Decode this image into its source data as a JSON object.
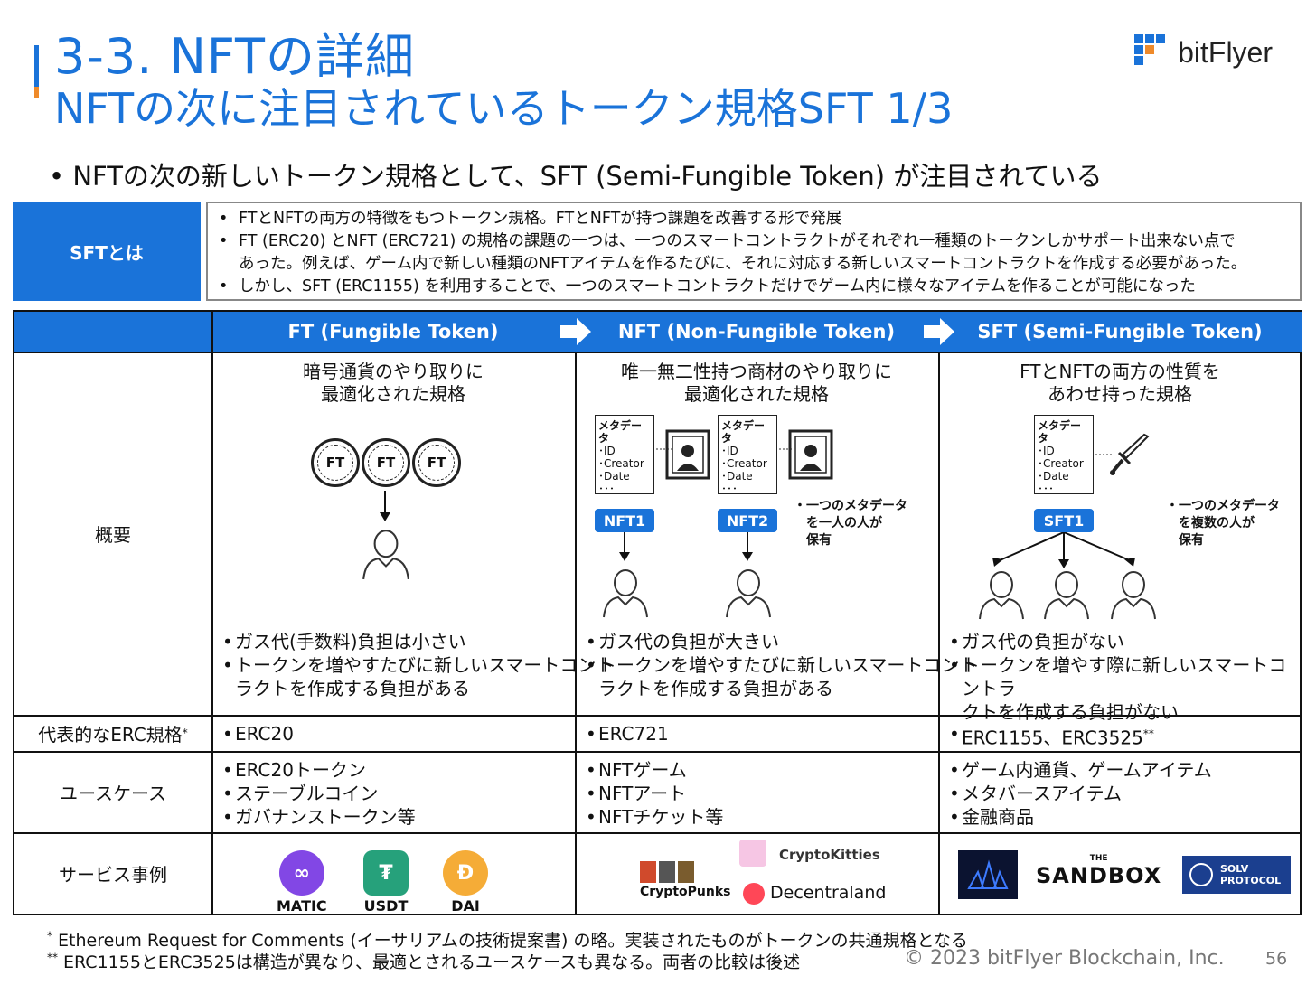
{
  "header": {
    "title_line1": "3-3. NFTの詳細",
    "title_line2": "NFTの次に注目されているトークン規格SFT 1/3",
    "logo_text": "bitFlyer",
    "accent_color": "#1a73d9"
  },
  "lead": "NFTの次の新しいトークン規格として、SFT (Semi-Fungible Token) が注目されている",
  "sft_box": {
    "label": "SFTとは",
    "points": [
      "FTとNFTの両方の特徴をもつトークン規格。FTとNFTが持つ課題を改善する形で発展",
      "FT (ERC20) とNFT (ERC721) の規格の課題の一つは、一つのスマートコントラクトがそれぞれ一種類のトークンしかサポート出来ない点で",
      "あった。例えば、ゲーム内で新しい種類のNFTアイテムを作るたびに、それに対応する新しいスマートコントラクトを作成する必要があった。",
      "しかし、SFT (ERC1155) を利用することで、一つのスマートコントラクトだけでゲーム内に様々なアイテムを作ることが可能になった"
    ]
  },
  "table": {
    "columns": [
      "FT (Fungible Token)",
      "NFT (Non-Fungible Token)",
      "SFT (Semi-Fungible Token)"
    ],
    "row_labels": {
      "overview": "概要",
      "erc": "代表的なERC規格",
      "erc_mark": "*",
      "usecase": "ユースケース",
      "services": "サービス事例"
    },
    "overview": {
      "ft_title": [
        "暗号通貨のやり取りに",
        "最適化された規格"
      ],
      "nft_title": [
        "唯一無二性持つ商材のやり取りに",
        "最適化された規格"
      ],
      "sft_title": [
        "FTとNFTの両方の性質を",
        "あわせ持った規格"
      ],
      "coin_label": "FT",
      "meta": {
        "title": "メタデータ",
        "lines": [
          "･ID",
          "･Creator",
          "･Date",
          "･･･"
        ]
      },
      "nft1": "NFT1",
      "nft2": "NFT2",
      "sft1": "SFT1",
      "nft_note": [
        "・一つのメタデータ",
        "を一人の人が",
        "保有"
      ],
      "sft_note": [
        "・一つのメタデータ",
        "を複数の人が",
        "保有"
      ],
      "ft_points": [
        "ガス代(手数料)負担は小さい",
        "トークンを増やすたびに新しいスマートコント",
        "ラクトを作成する負担がある"
      ],
      "nft_points": [
        "ガス代の負担が大きい",
        "トークンを増やすたびに新しいスマートコント",
        "ラクトを作成する負担がある"
      ],
      "sft_points": [
        "ガス代の負担がない",
        "トークンを増やす際に新しいスマートコントラ",
        "クトを作成する負担がない"
      ]
    },
    "erc": {
      "ft": "ERC20",
      "nft": "ERC721",
      "sft": "ERC1155、ERC3525",
      "sft_mark": "**"
    },
    "usecase": {
      "ft": [
        "ERC20トークン",
        "ステーブルコイン",
        "ガバナンストークン等"
      ],
      "nft": [
        "NFTゲーム",
        "NFTアート",
        "NFTチケット等"
      ],
      "sft": [
        "ゲーム内通貨、ゲームアイテム",
        "メタバースアイテム",
        "金融商品"
      ]
    },
    "services": {
      "ft": [
        {
          "name": "MATIC",
          "color": "#8247e5"
        },
        {
          "name": "USDT",
          "color": "#26a17b"
        },
        {
          "name": "DAI",
          "color": "#f5ac37"
        }
      ],
      "nft": [
        "CryptoKitties",
        "CryptoPunks",
        "Decentraland"
      ],
      "sft": {
        "sandbox_small": "THE",
        "sandbox": "SANDBOX",
        "solv": [
          "SOLV",
          "PROTOCOL"
        ]
      }
    }
  },
  "footnotes": {
    "note1_mark": "*",
    "note1": "Ethereum Request for Comments (イーサリアムの技術提案書) の略。実装されたものがトークンの共通規格となる",
    "note2_mark": "**",
    "note2": "ERC1155とERC3525は構造が異なり、最適とされるユースケースも異なる。両者の比較は後述"
  },
  "copyright": "© 2023 bitFlyer Blockchain, Inc.",
  "page_number": "56"
}
